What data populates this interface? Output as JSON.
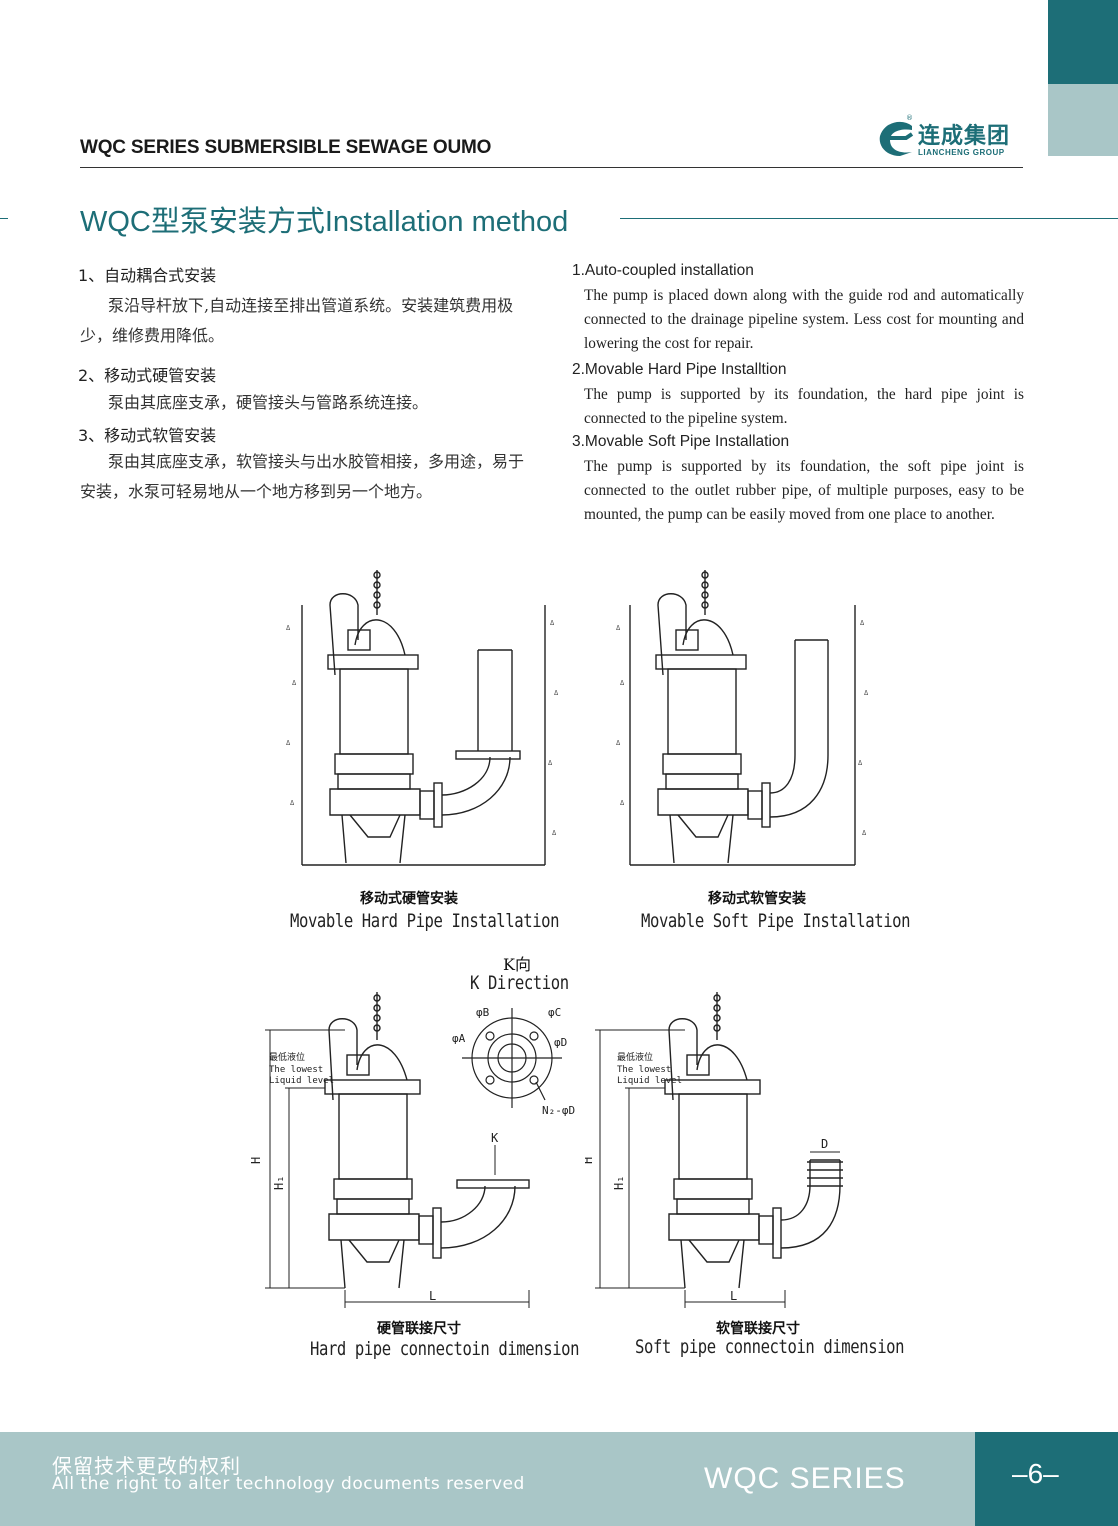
{
  "header": {
    "series_title": "WQC SERIES SUBMERSIBLE SEWAGE OUMO",
    "logo_cn": "连成集团",
    "logo_en": "LIANCHENG GROUP",
    "logo_reg": "®"
  },
  "section": {
    "title": "WQC型泵安装方式Installation method"
  },
  "cn_items": [
    {
      "heading": "1、自动耦合式安装",
      "text": "泵沿导杆放下,自动连接至排出管道系统。安装建筑费用极少，维修费用降低。"
    },
    {
      "heading": "2、移动式硬管安装",
      "text": "泵由其底座支承，硬管接头与管路系统连接。"
    },
    {
      "heading": "3、移动式软管安装",
      "text": "泵由其底座支承，软管接头与出水胶管相接，多用途，易于安装，水泵可轻易地从一个地方移到另一个地方。"
    }
  ],
  "en_items": [
    {
      "heading": "1.Auto-coupled installation",
      "text": "The pump is placed down along with the guide rod and automatically connected to the drainage pipeline system. Less cost for mounting and lowering the cost for repair."
    },
    {
      "heading": "2.Movable Hard Pipe Installtion",
      "text": "The pump is supported by its foundation, the hard pipe joint is connected to the pipeline system."
    },
    {
      "heading": "3.Movable Soft Pipe Installation",
      "text": "The pump is supported by its foundation, the soft pipe joint is connected to the outlet rubber pipe, of multiple purposes, easy to be mounted, the pump can be easily moved from one place to another."
    }
  ],
  "diagrams": {
    "hard_install": {
      "cn": "移动式硬管安装",
      "en": "Movable Hard Pipe Installation"
    },
    "soft_install": {
      "cn": "移动式软管安装",
      "en": "Movable Soft Pipe Installation"
    },
    "k_direction": {
      "cn": "K向",
      "en": "K Direction",
      "labels": [
        "φB",
        "φC",
        "φA",
        "φD",
        "N₂-φD"
      ]
    },
    "hard_dim": {
      "cn": "硬管联接尺寸",
      "en": "Hard pipe connectoin dimension"
    },
    "soft_dim": {
      "cn": "软管联接尺寸",
      "en": "Soft pipe connectoin dimension"
    },
    "level_cn": "最低液位",
    "level_en_1": "The lowest",
    "level_en_2": "Liquid level",
    "dim_H": "H",
    "dim_H1": "H₁",
    "dim_L": "L",
    "dim_K": "K",
    "dim_D": "D"
  },
  "footer": {
    "cn": "保留技术更改的权利",
    "en": "All the right to alter technology documents reserved",
    "series": "WQC SERIES",
    "page": "–6–"
  },
  "colors": {
    "teal_dark": "#1d6e77",
    "teal_light": "#a9c6c7"
  }
}
